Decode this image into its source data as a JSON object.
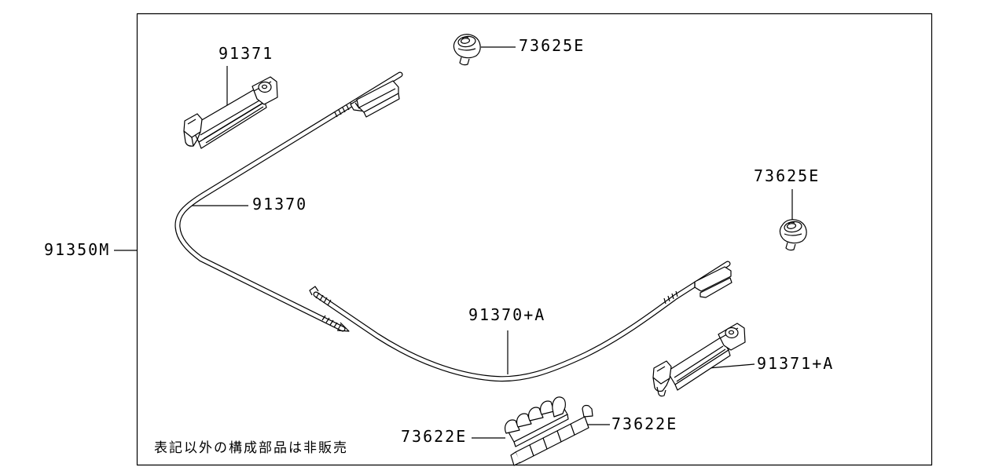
{
  "diagram": {
    "kind": "parts-line-drawing",
    "colors": {
      "line": "#000000",
      "background": "#ffffff",
      "text": "#000000"
    },
    "parts": {
      "assembly": "91350M",
      "slider_front": "91371",
      "cable_front": "91370",
      "cable_rear": "91370+A",
      "slider_rear": "91371+A",
      "clip_top": "73625E",
      "clip_right": "73625E",
      "packing_left": "73622E",
      "packing_right": "73622E"
    },
    "note": "表記以外の構成部品は非販売"
  }
}
